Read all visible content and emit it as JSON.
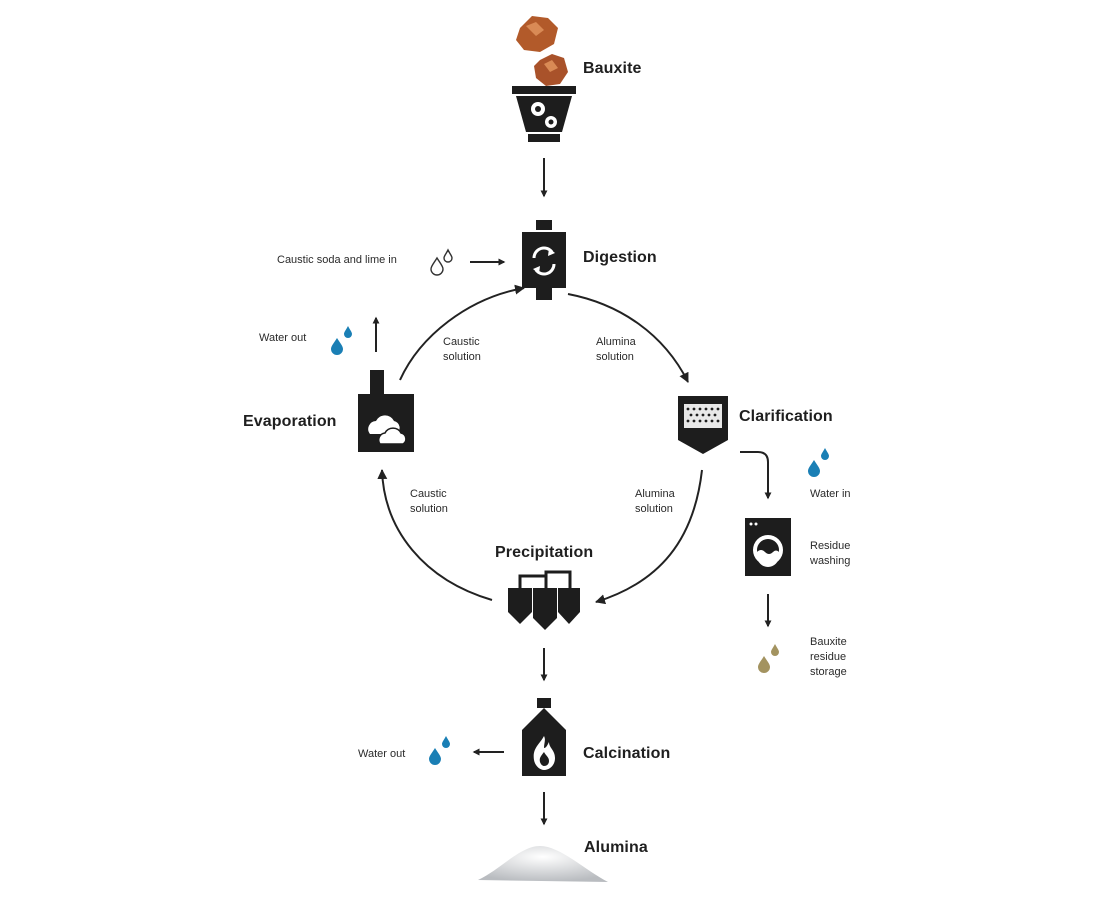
{
  "stages": {
    "bauxite": "Bauxite",
    "digestion": "Digestion",
    "clarification": "Clarification",
    "precipitation": "Precipitation",
    "evaporation": "Evaporation",
    "calcination": "Calcination",
    "alumina": "Alumina"
  },
  "flows": {
    "caustic_in": "Caustic soda and lime in",
    "water_out_evaporation": "Water out",
    "caustic_solution_top_1": "Caustic",
    "caustic_solution_top_2": "solution",
    "alumina_solution_top_1": "Alumina",
    "alumina_solution_top_2": "solution",
    "caustic_solution_bottom_1": "Caustic",
    "caustic_solution_bottom_2": "solution",
    "alumina_solution_bottom_1": "Alumina",
    "alumina_solution_bottom_2": "solution",
    "water_in": "Water in",
    "residue_washing_1": "Residue",
    "residue_washing_2": "washing",
    "residue_storage_1": "Bauxite",
    "residue_storage_2": "residue",
    "residue_storage_3": "storage",
    "water_out_calcination": "Water out"
  },
  "colors": {
    "icon": "#1d1d1d",
    "arrow": "#222222",
    "water": "#1a7fb5",
    "residue": "#a39360",
    "ore": "#b25a2a"
  },
  "icons": {
    "ore": "bauxite-ore-icon",
    "hopper": "crusher-hopper-icon",
    "digester": "digestion-vessel-icon",
    "clarifier": "clarification-tank-icon",
    "precipitator": "precipitation-tanks-icon",
    "evaporator": "evaporation-plant-icon",
    "washer": "residue-washer-icon",
    "kiln": "calcination-kiln-icon",
    "pile": "alumina-pile-icon"
  }
}
